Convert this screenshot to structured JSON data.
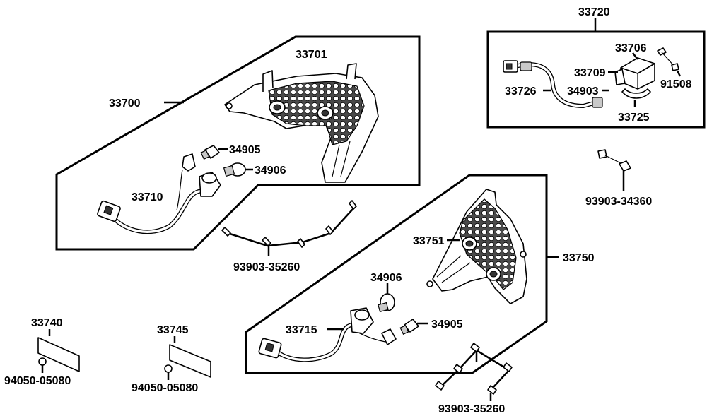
{
  "diagram": {
    "labels": {
      "p33700": "33700",
      "p33701": "33701",
      "p34905_top": "34905",
      "p34906_top": "34906",
      "p33710": "33710",
      "p93903_35260_top": "93903-35260",
      "p33720": "33720",
      "p33706": "33706",
      "p33709": "33709",
      "p33726": "33726",
      "p34903": "34903",
      "p91508": "91508",
      "p33725": "33725",
      "p93903_34360": "93903-34360",
      "p33751": "33751",
      "p33750": "33750",
      "p34906_bottom": "34906",
      "p33715": "33715",
      "p34905_bottom": "34905",
      "p93903_35260_bottom": "93903-35260",
      "p33740": "33740",
      "p94050_05080_left": "94050-05080",
      "p33745": "33745",
      "p94050_05080_right": "94050-05080"
    }
  }
}
